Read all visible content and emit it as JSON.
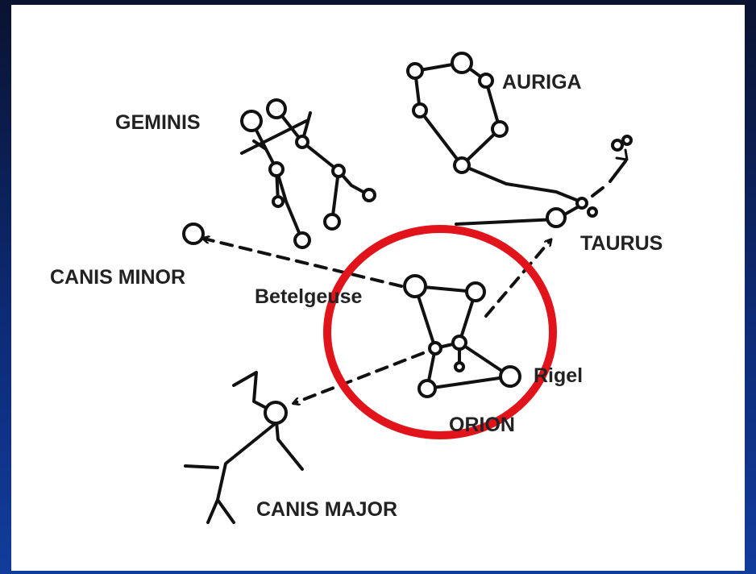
{
  "slide": {
    "background_top": "#0a1330",
    "background_bottom": "#123c9c",
    "highlight_color": "#e0141a"
  },
  "labels": {
    "auriga": "AURIGA",
    "geminis": "GEMINIS",
    "taurus": "TAURUS",
    "canis_minor": "CANIS MINOR",
    "betelgeuse": "Betelgeuse",
    "rigel": "Rigel",
    "orion": "ORION",
    "canis_major": "CANIS MAJOR"
  }
}
